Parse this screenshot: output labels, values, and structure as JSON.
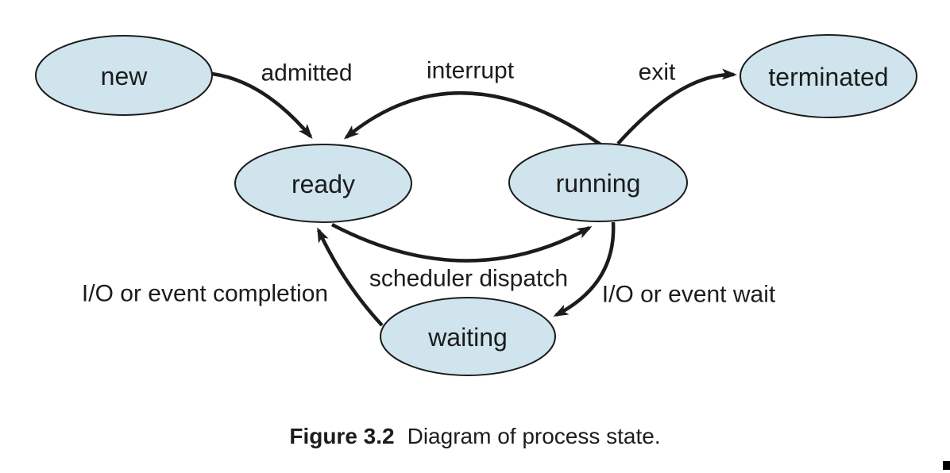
{
  "diagram": {
    "title": "process state diagram",
    "states": [
      {
        "id": "new",
        "label": "new"
      },
      {
        "id": "ready",
        "label": "ready"
      },
      {
        "id": "running",
        "label": "running"
      },
      {
        "id": "waiting",
        "label": "waiting"
      },
      {
        "id": "terminated",
        "label": "terminated"
      }
    ],
    "transitions": [
      {
        "from": "new",
        "to": "ready",
        "label": "admitted"
      },
      {
        "from": "running",
        "to": "ready",
        "label": "interrupt"
      },
      {
        "from": "ready",
        "to": "running",
        "label": "scheduler dispatch"
      },
      {
        "from": "running",
        "to": "terminated",
        "label": "exit"
      },
      {
        "from": "running",
        "to": "waiting",
        "label": "I/O or event wait"
      },
      {
        "from": "waiting",
        "to": "ready",
        "label": "I/O or event completion"
      }
    ]
  },
  "caption": {
    "label": "Figure 3.2",
    "text": "Diagram of process state."
  },
  "colors": {
    "state_fill": "#cfe4ed",
    "state_stroke": "#1c1c1c",
    "arrow": "#1c1c1c",
    "text": "#1c1c1c",
    "background": "#ffffff"
  }
}
